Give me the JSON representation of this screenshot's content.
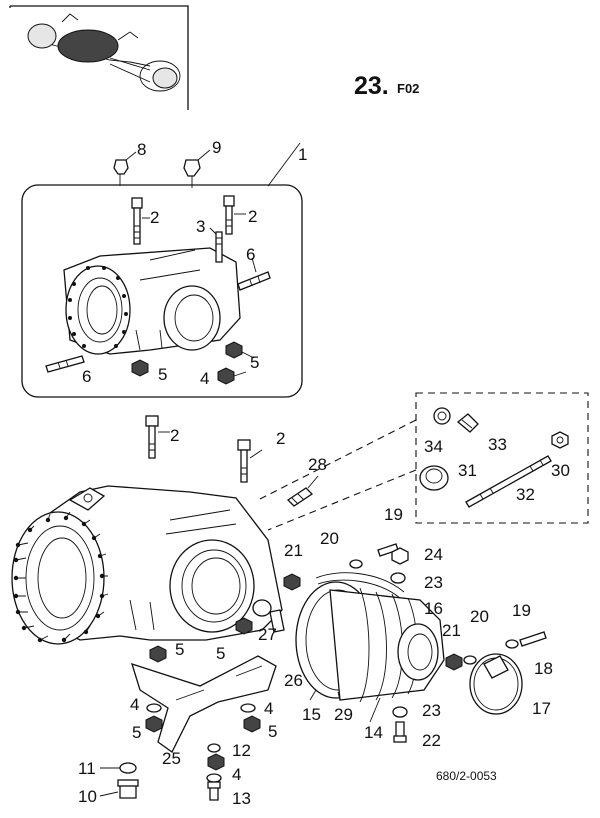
{
  "page": {
    "title_main": "23.",
    "title_sub": "F02",
    "drawing_code": "680/2-0053"
  },
  "callouts": {
    "c1": "1",
    "c2a": "2",
    "c2b": "2",
    "c2c": "2",
    "c2d": "2",
    "c3": "3",
    "c4a": "4",
    "c4b": "4",
    "c4c": "4",
    "c4d": "4",
    "c5a": "5",
    "c5b": "5",
    "c5c": "5",
    "c5d": "5",
    "c5e": "5",
    "c5f": "5",
    "c6a": "6",
    "c6b": "6",
    "c8": "8",
    "c9": "9",
    "c10": "10",
    "c11": "11",
    "c12": "12",
    "c13": "13",
    "c14": "14",
    "c15": "15",
    "c16": "16",
    "c17": "17",
    "c18": "18",
    "c19a": "19",
    "c19b": "19",
    "c20a": "20",
    "c20b": "20",
    "c21a": "21",
    "c21b": "21",
    "c22": "22",
    "c23a": "23",
    "c23b": "23",
    "c24": "24",
    "c25": "25",
    "c26": "26",
    "c27": "27",
    "c28": "28",
    "c29": "29",
    "c30": "30",
    "c31": "31",
    "c32": "32",
    "c33": "33",
    "c34": "34"
  }
}
